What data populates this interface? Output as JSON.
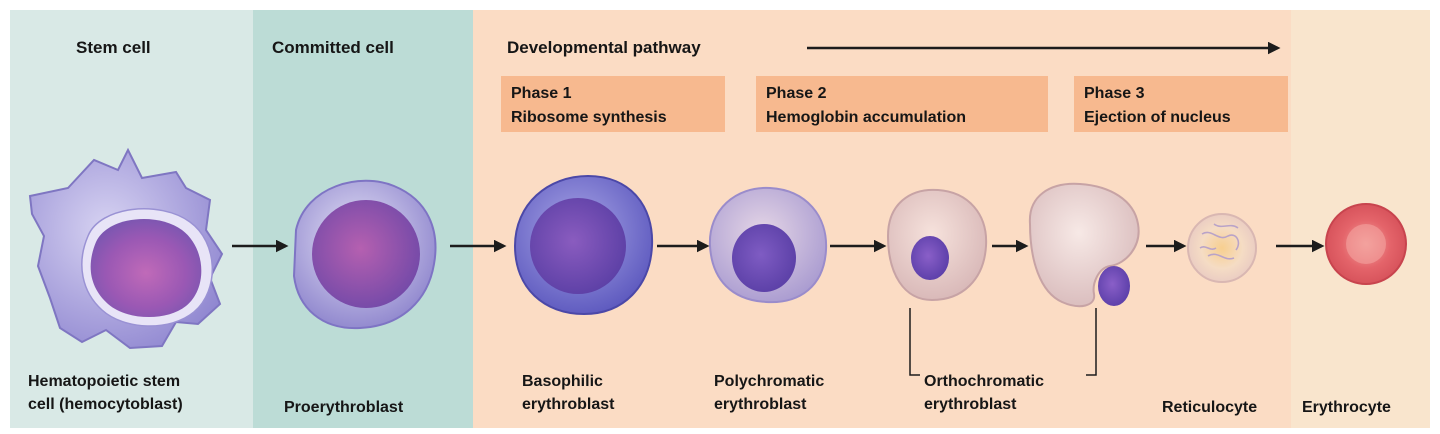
{
  "headers": {
    "stem": "Stem cell",
    "committed": "Committed cell",
    "developmental": "Developmental pathway"
  },
  "phases": [
    {
      "title": "Phase 1",
      "description": "Ribosome synthesis"
    },
    {
      "title": "Phase 2",
      "description": "Hemoglobin  accumulation"
    },
    {
      "title": "Phase 3",
      "description": "Ejection of nucleus"
    }
  ],
  "cells": [
    {
      "line1": "Hematopoietic  stem",
      "line2": "cell (hemocytoblast)"
    },
    {
      "line1": "Proerythroblast"
    },
    {
      "line1": "Basophilic",
      "line2": "erythroblast"
    },
    {
      "line1": "Polychromatic",
      "line2": "erythroblast"
    },
    {
      "line1": "Orthochromatic",
      "line2": "erythroblast"
    },
    {
      "line1": "Reticulocyte"
    },
    {
      "line1": "Erythrocyte"
    }
  ],
  "colors": {
    "stem_band": "#d9e9e6",
    "committed_band": "#bcdcd6",
    "developmental_band": "#fbdcc4",
    "final_band": "#f9e5cd",
    "phase_box": "#f7b98f"
  }
}
